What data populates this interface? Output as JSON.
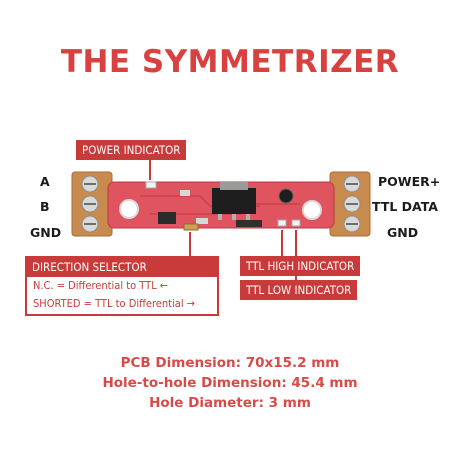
{
  "title": "THE SYMMETRIZER",
  "left_pins": [
    "A",
    "B",
    "GND"
  ],
  "right_pins": [
    "POWER+",
    "TTL DATA",
    "GND"
  ],
  "callouts": {
    "power_indicator": "POWER INDICATOR",
    "ttl_high_indicator": "TTL HIGH INDICATOR",
    "ttl_low_indicator": "TTL LOW INDICATOR"
  },
  "direction_selector": {
    "header": "DIRECTION SELECTOR",
    "nc_line": "N.C. = Differential to TTL",
    "shorted_line": "SHORTED = TTL to Differential",
    "nc_arrow": "←",
    "shorted_arrow": "→"
  },
  "specs": [
    "PCB Dimension: 70x15.2 mm",
    "Hole-to-hole Dimension: 45.4 mm",
    "Hole Diameter: 3 mm"
  ],
  "colors": {
    "accent": "#c93a3b",
    "title": "#d8413f",
    "pcb": "#e0545f",
    "terminal": "#c98a4e"
  }
}
